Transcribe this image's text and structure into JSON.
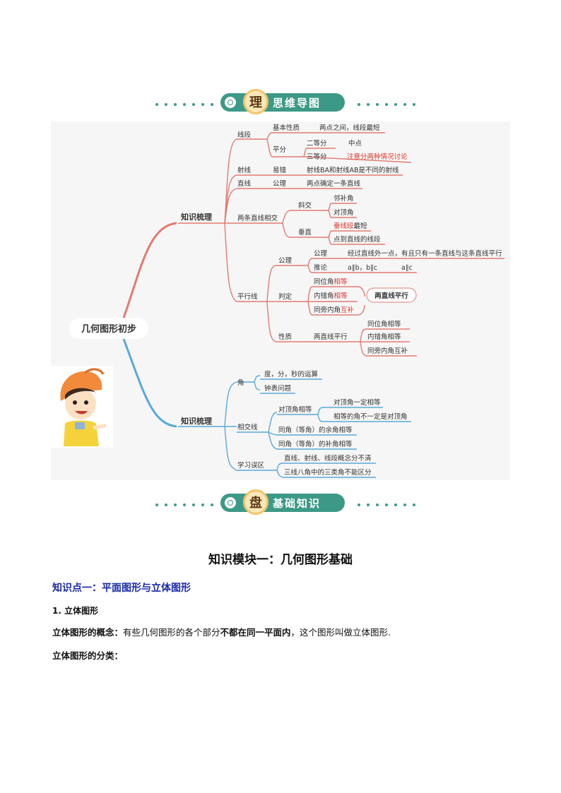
{
  "banners": {
    "top": {
      "badge": "理",
      "title": "思维导图"
    },
    "bottom": {
      "badge": "盘",
      "title": "基础知识"
    }
  },
  "mindmap": {
    "root": "几何图形初步",
    "upper_branch": "知识梳理",
    "lower_branch": "知识梳理",
    "segment": {
      "label": "线段",
      "basic": "基本性质",
      "basic_note": "两点之间，线段最短",
      "bisect": "平分",
      "two_eq": "二等分",
      "midpoint": "中点",
      "three_eq": "三等分",
      "three_note": "注意分两种情况讨论"
    },
    "ray": {
      "label": "射线",
      "easy": "易错",
      "note": "射线BA和射线AB是不同的射线"
    },
    "line": {
      "label": "直线",
      "axiom": "公理",
      "note": "两点确定一条直线"
    },
    "intersect": {
      "label": "两条直线相交",
      "oblique": "斜交",
      "adjacent": "邻补角",
      "vertical_angle": "对顶角",
      "perp": "垂直",
      "perp_short_red": "垂线段",
      "perp_short_rest": "最短",
      "point_dist": "点到直线的线段"
    },
    "parallel": {
      "label": "平行线",
      "axiom": "公理",
      "axiom_note": "经过直线外一点，有且只有一条直线与这条直线平行",
      "corollary": "推论",
      "cor_1": "a∥b，b∥c",
      "cor_2": "a∥c",
      "judge": "判定",
      "j1_a": "同位角",
      "j1_b": "相等",
      "j2_a": "内错角",
      "j2_b": "相等",
      "j3_a": "同旁内角",
      "j3_b": "互补",
      "two_parallel_box": "两直线平行",
      "property": "性质",
      "two_parallel": "两直线平行",
      "p1": "同位角相等",
      "p2": "内错角相等",
      "p3": "同旁内角互补"
    },
    "angle": {
      "label": "角",
      "a1": "度，分，秒的运算",
      "a2": "钟表问题"
    },
    "cross_lines": {
      "label": "相交线",
      "vert_equal": "对顶角相等",
      "v1": "对顶角一定相等",
      "v2": "相等的角不一定是对顶角",
      "comp": "同角（等角）的余角相等",
      "supp": "同角（等角）的补角相等"
    },
    "mistakes": {
      "label": "学习误区",
      "m1": "直线、射线、线段概念分不清",
      "m2": "三线八角中的三类角不能区分"
    }
  },
  "content": {
    "module_title": "知识模块一：几何图形基础",
    "point_title": "知识点一：平面图形与立体图形",
    "sub_title": "1. 立体图形",
    "concept_label": "立体图形的概念：",
    "concept_a": "有些几何图形的各个部分",
    "concept_b": "不都在同一平面内",
    "concept_c": "，这个图形叫做立体图形.",
    "classify_label": "立体图形的分类："
  },
  "colors": {
    "teal": "#3d9987",
    "red_branch": "#e07b72",
    "blue_branch": "#5aa9d6",
    "highlight_red": "#e0342a"
  }
}
